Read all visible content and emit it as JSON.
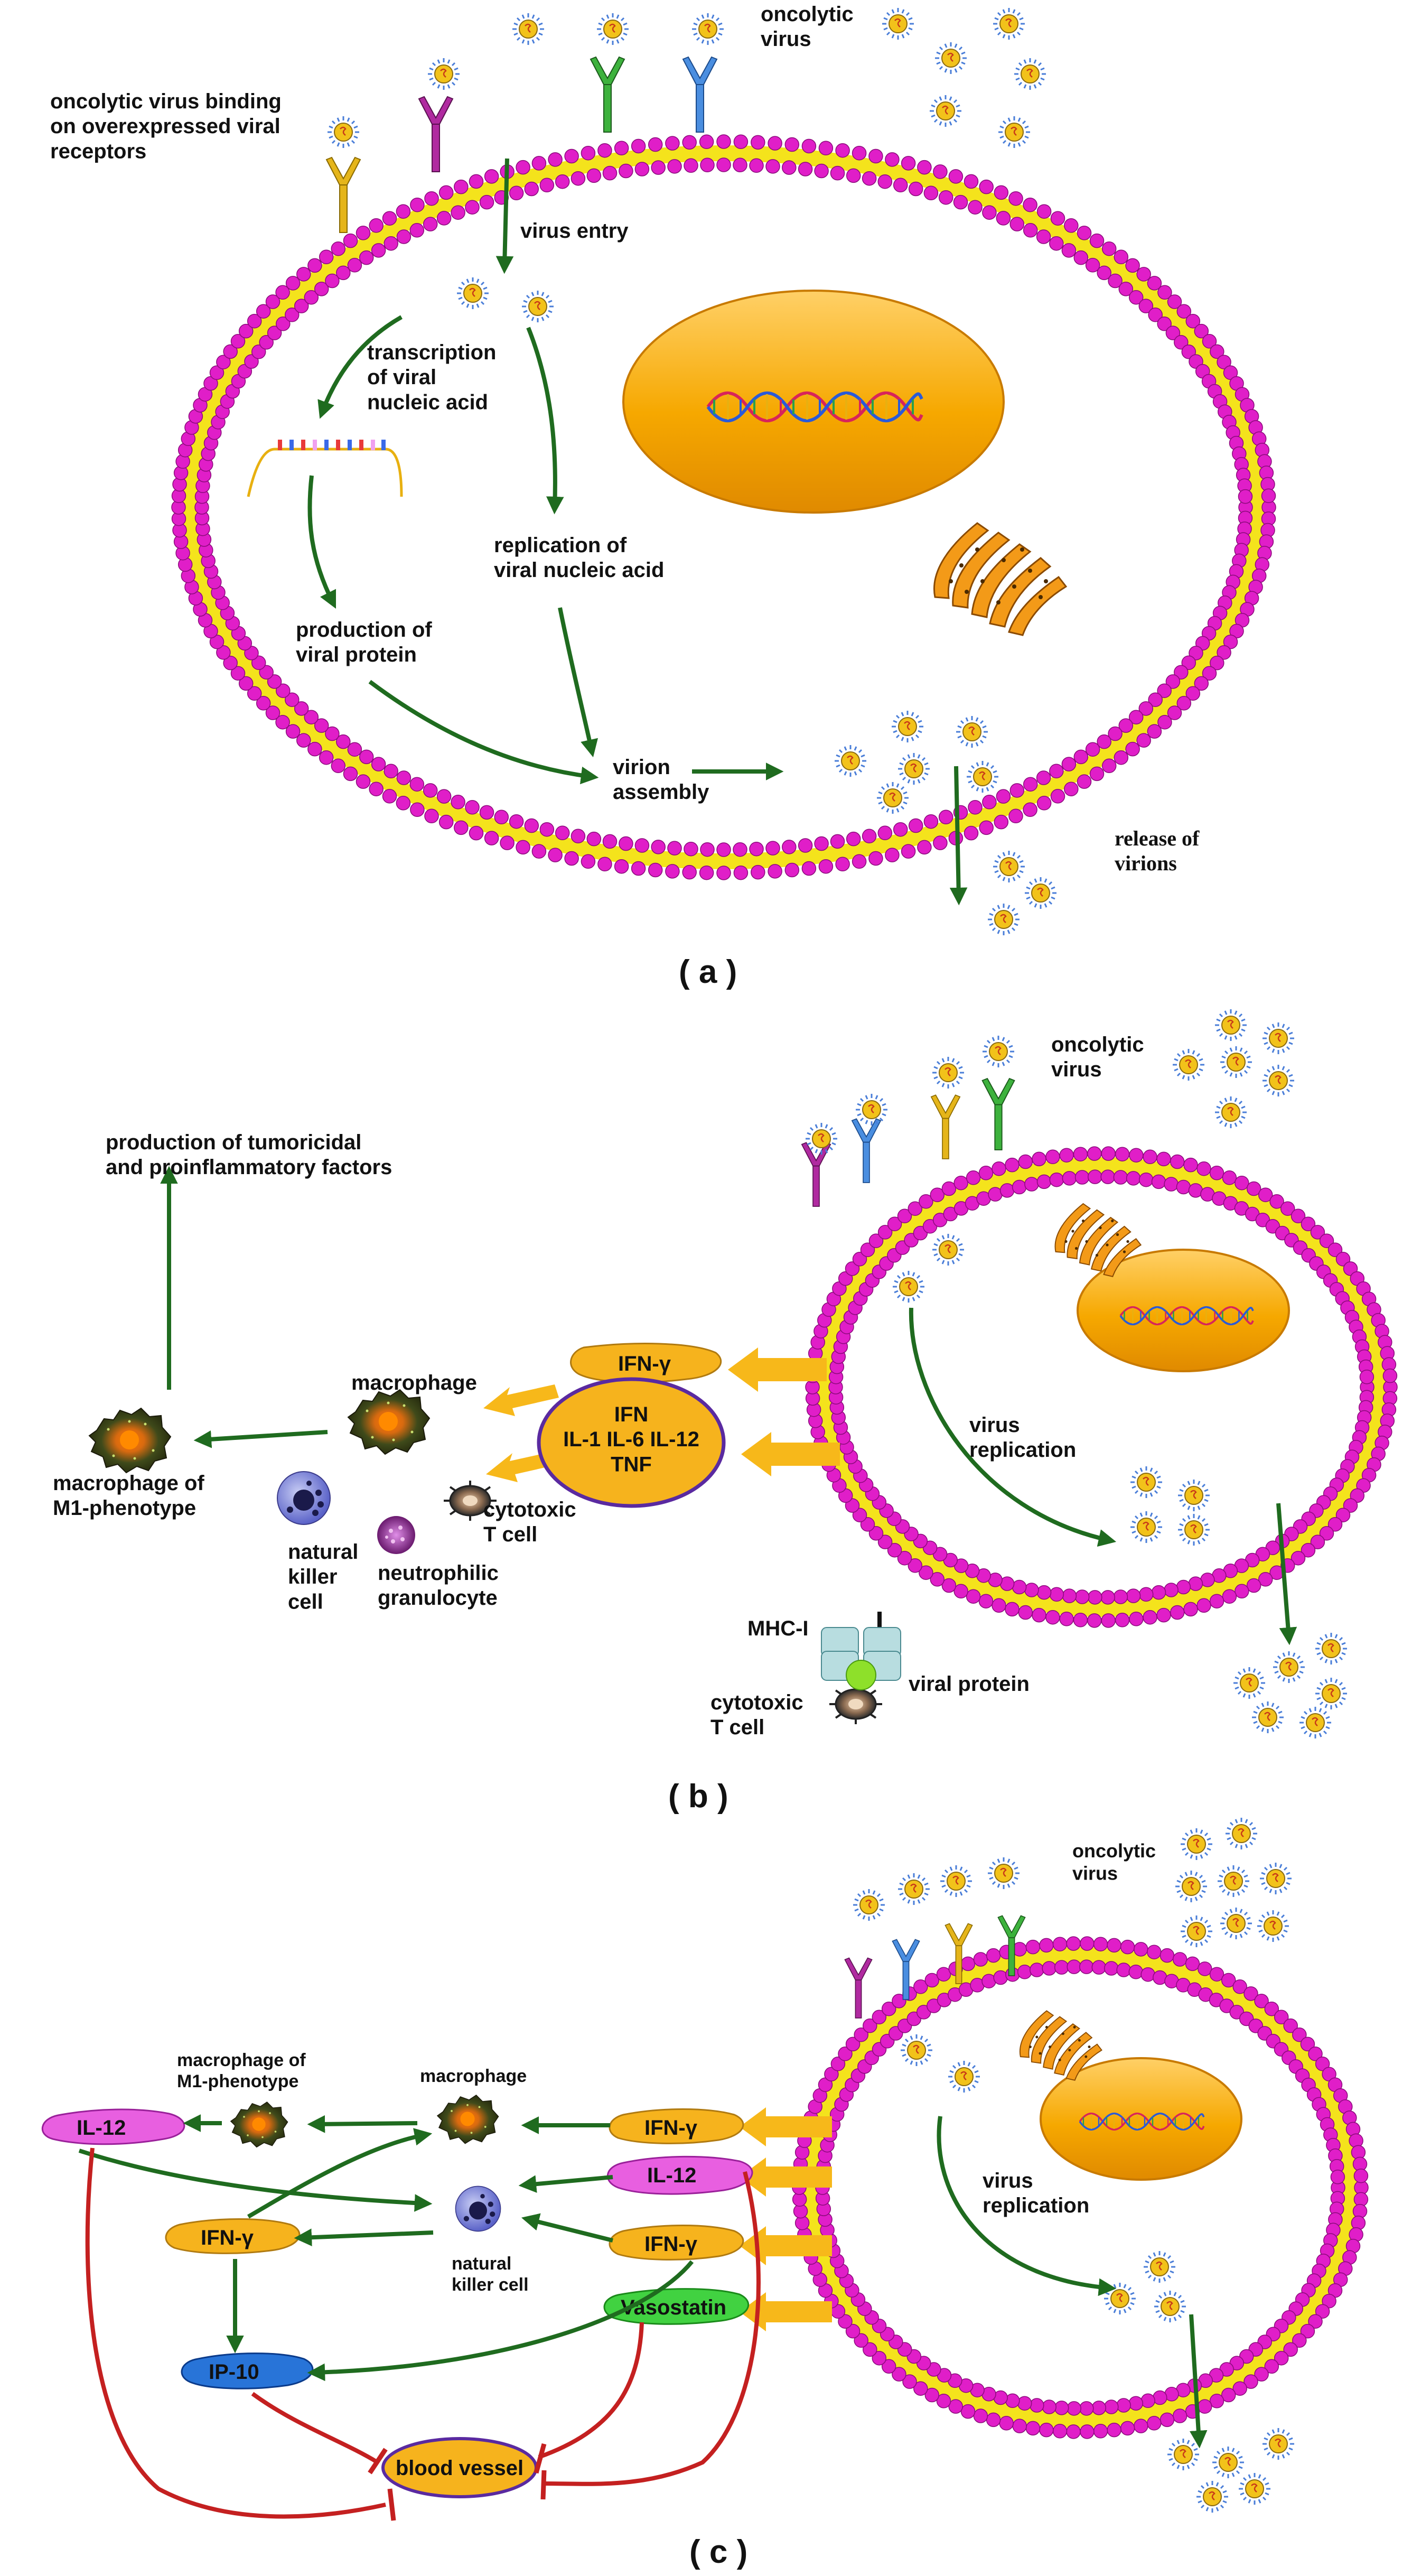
{
  "colors": {
    "membrane_head": "#e01ec8",
    "membrane_tail": "#f4e31c",
    "arrow_green": "#1f6b1f",
    "inhibit_red": "#c42020",
    "nucleus": "#f3a400",
    "pill_orange": "#f6b31d",
    "pill_magenta": "#e85fe0",
    "pill_green": "#41d241",
    "pill_blue": "#2874d8",
    "fat_arrow": "#f7b81a"
  },
  "icons": [
    "virus-icon",
    "receptor-icon",
    "dna-icon",
    "golgi-icon",
    "macrophage-icon",
    "nk-cell-icon",
    "t-cell-icon",
    "neutrophil-icon",
    "mhc-icon"
  ],
  "panel_a": {
    "caption": "( a )",
    "oncolytic_virus": "oncolytic\nvirus",
    "binding": "oncolytic virus binding\non overexpressed viral\nreceptors",
    "virus_entry": "virus entry",
    "transcription": "transcription\nof viral\nnucleic acid",
    "replication": "replication of\nviral nucleic acid",
    "production": "production of\nviral protein",
    "assembly": "virion\nassembly",
    "release": "release of\nvirions"
  },
  "panel_b": {
    "caption": "( b )",
    "oncolytic_virus": "oncolytic\nvirus",
    "production_factors": "production of tumoricidal\nand proinflammatory factors",
    "macrophage": "macrophage",
    "macrophage_m1": "macrophage of\nM1-phenotype",
    "nk_cell": "natural\nkiller\ncell",
    "neutrophil": "neutrophilic\ngranulocyte",
    "cytotoxic_t": "cytotoxic\nT cell",
    "ifn_gamma": "IFN-γ",
    "cytokines": "IFN\nIL-1 IL-6 IL-12\nTNF",
    "virus_replication": "virus\nreplication",
    "mhc": "MHC-I",
    "viral_protein": "viral protein",
    "cytotoxic_t2": "cytotoxic\nT cell"
  },
  "panel_c": {
    "caption": "( c )",
    "oncolytic_virus": "oncolytic\nvirus",
    "macrophage_m1": "macrophage of\nM1-phenotype",
    "macrophage": "macrophage",
    "il12_left": "IL-12",
    "ifn_gamma_1": "IFN-γ",
    "il12_mid": "IL-12",
    "ifn_gamma_2": "IFN-γ",
    "ifn_gamma_left": "IFN-γ",
    "nk_cell": "natural\nkiller cell",
    "vasostatin": "Vasostatin",
    "ip10": "IP-10",
    "blood_vessel": "blood vessel",
    "virus_replication": "virus\nreplication"
  }
}
